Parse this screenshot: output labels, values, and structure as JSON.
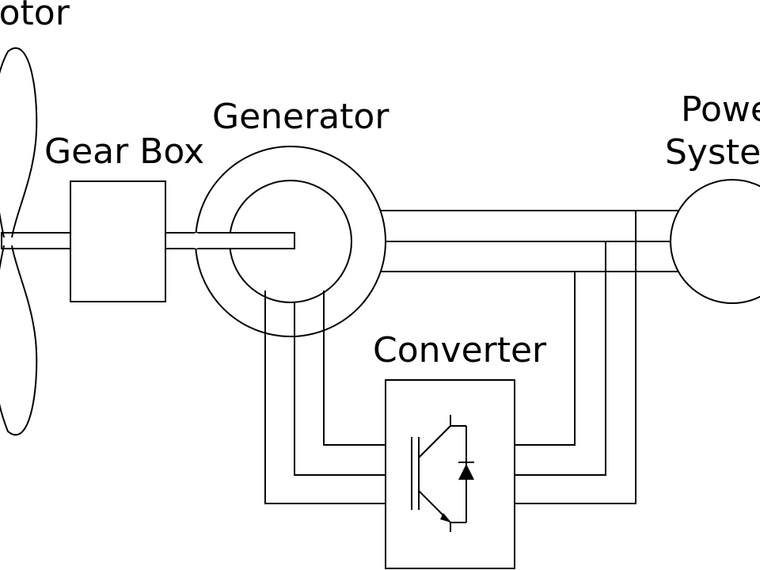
{
  "labels": {
    "rotor": "Rotor",
    "gear_box": "Gear Box",
    "generator": "Generator",
    "power_system_line1": "Power",
    "power_system_line2": "System",
    "converter": "Converter"
  },
  "colors": {
    "line": "#000000",
    "background": "#ffffff"
  }
}
